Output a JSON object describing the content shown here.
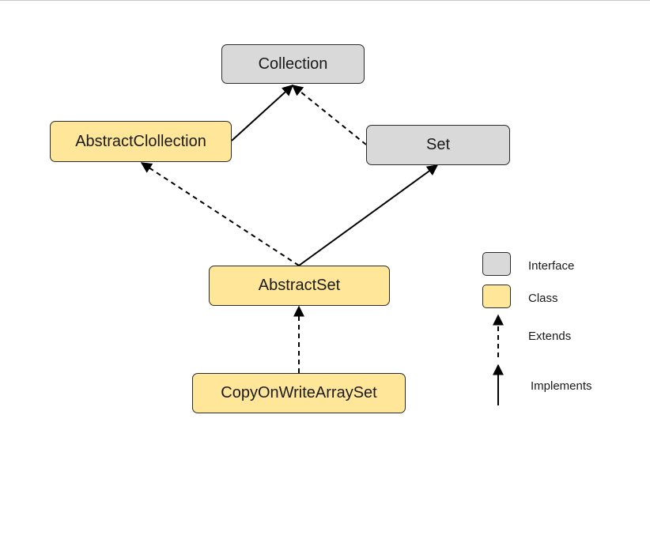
{
  "nodes": {
    "collection": {
      "label": "Collection",
      "kind": "interface"
    },
    "abstract_collection": {
      "label": "AbstractClollection",
      "kind": "class"
    },
    "set": {
      "label": "Set",
      "kind": "interface"
    },
    "abstract_set": {
      "label": "AbstractSet",
      "kind": "class"
    },
    "copy_on_write_array_set": {
      "label": "CopyOnWriteArraySet",
      "kind": "class"
    }
  },
  "edges": [
    {
      "from": "abstract_collection",
      "to": "collection",
      "style": "solid"
    },
    {
      "from": "set",
      "to": "collection",
      "style": "dashed"
    },
    {
      "from": "abstract_set",
      "to": "abstract_collection",
      "style": "dashed"
    },
    {
      "from": "abstract_set",
      "to": "set",
      "style": "solid"
    },
    {
      "from": "copy_on_write_array_set",
      "to": "abstract_set",
      "style": "dashed"
    }
  ],
  "legend": {
    "interface": "Interface",
    "class": "Class",
    "extends": "Extends",
    "implements": "Implements"
  },
  "colors": {
    "interface_fill": "#d9d9d9",
    "class_fill": "#ffe699",
    "stroke": "#000000"
  }
}
